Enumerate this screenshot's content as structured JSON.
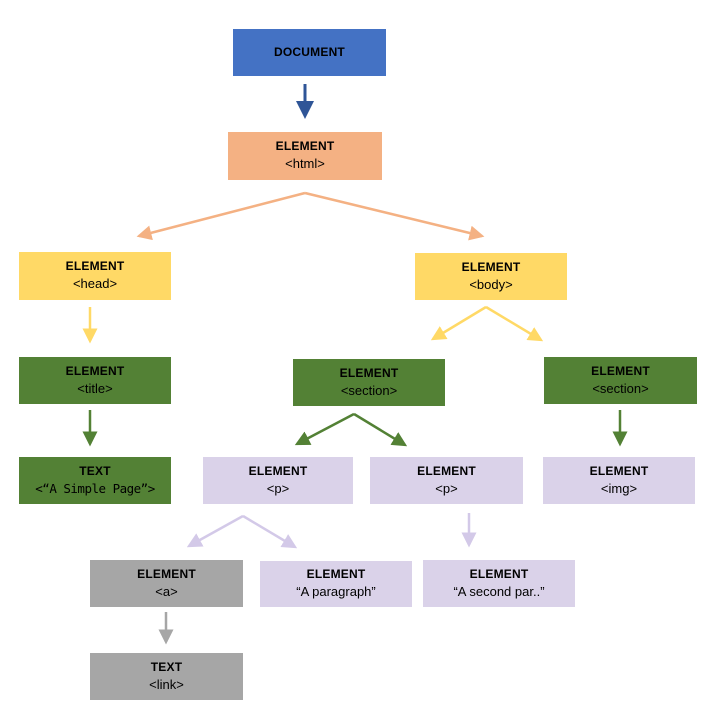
{
  "diagram": {
    "type": "tree",
    "description": "DOM tree of a simple HTML page",
    "background": "#ffffff"
  },
  "palette": {
    "document_blue": "#4472C4",
    "html_orange": "#F4B183",
    "head_body_yellow": "#FFD966",
    "green": "#538135",
    "lavender": "#DAD2E9",
    "gray": "#A6A6A6",
    "arrow_blue": "#2F5597",
    "arrow_orange": "#F4B183",
    "arrow_yellow": "#FFD966",
    "arrow_green": "#538135",
    "arrow_lavender": "#D3C9E8",
    "arrow_gray": "#A6A6A6",
    "text": "#000000"
  },
  "nodes": {
    "document": {
      "label": "DOCUMENT",
      "sub": ""
    },
    "html": {
      "label": "ELEMENT",
      "sub": "<html>"
    },
    "head": {
      "label": "ELEMENT",
      "sub": "<head>"
    },
    "body": {
      "label": "ELEMENT",
      "sub": "<body>"
    },
    "title": {
      "label": "ELEMENT",
      "sub": "<title>"
    },
    "section1": {
      "label": "ELEMENT",
      "sub": "<section>"
    },
    "section2": {
      "label": "ELEMENT",
      "sub": "<section>"
    },
    "title_text": {
      "label": "TEXT",
      "sub": "<“A Simple Page”>"
    },
    "p1": {
      "label": "ELEMENT",
      "sub": "<p>"
    },
    "p2": {
      "label": "ELEMENT",
      "sub": "<p>"
    },
    "img": {
      "label": "ELEMENT",
      "sub": "<img>"
    },
    "a": {
      "label": "ELEMENT",
      "sub": "<a>"
    },
    "p1_text": {
      "label": "ELEMENT",
      "sub": "“A paragraph”"
    },
    "p2_text": {
      "label": "ELEMENT",
      "sub": "“A second par..”"
    },
    "a_text": {
      "label": "TEXT",
      "sub": "<link>"
    }
  },
  "edges": [
    {
      "from": "document",
      "to": "html",
      "color": "arrow_blue"
    },
    {
      "from": "html",
      "to": "head",
      "color": "arrow_orange"
    },
    {
      "from": "html",
      "to": "body",
      "color": "arrow_orange"
    },
    {
      "from": "head",
      "to": "title",
      "color": "arrow_yellow"
    },
    {
      "from": "body",
      "to": "section1",
      "color": "arrow_yellow"
    },
    {
      "from": "body",
      "to": "section2",
      "color": "arrow_yellow"
    },
    {
      "from": "title",
      "to": "title_text",
      "color": "arrow_green"
    },
    {
      "from": "section1",
      "to": "p1",
      "color": "arrow_green"
    },
    {
      "from": "section1",
      "to": "p2",
      "color": "arrow_green"
    },
    {
      "from": "section2",
      "to": "img",
      "color": "arrow_green"
    },
    {
      "from": "p1",
      "to": "a",
      "color": "arrow_lavender"
    },
    {
      "from": "p1",
      "to": "p1_text",
      "color": "arrow_lavender"
    },
    {
      "from": "p2",
      "to": "p2_text",
      "color": "arrow_lavender"
    },
    {
      "from": "a",
      "to": "a_text",
      "color": "arrow_gray"
    }
  ]
}
